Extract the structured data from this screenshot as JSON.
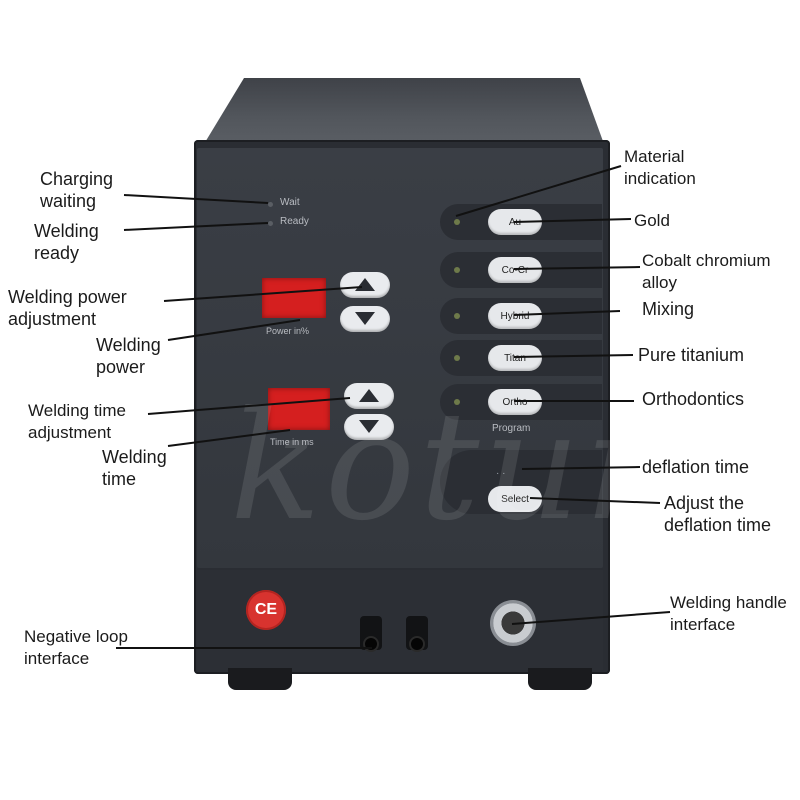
{
  "device": {
    "status_wait": "Wait",
    "status_ready": "Ready",
    "power_label": "Power in%",
    "time_label": "Time in ms",
    "program_label": "Program",
    "materials": [
      {
        "label": "Au"
      },
      {
        "label": "Co-Cr"
      },
      {
        "label": "Hybrid"
      },
      {
        "label": "Titan"
      },
      {
        "label": "Ortho"
      }
    ],
    "select_label": "Select",
    "ce_mark": "CE",
    "watermark": "kotumy"
  },
  "callouts": {
    "charging_waiting": "Charging\nwaiting",
    "welding_ready": "Welding\nready",
    "welding_power_adjustment": "Welding power\nadjustment",
    "welding_power": "Welding\npower",
    "welding_time_adjustment": "Welding time\nadjustment",
    "welding_time": "Welding\ntime",
    "negative_loop_interface": "Negative loop\ninterface",
    "material_indication": "Material\nindication",
    "gold": "Gold",
    "cobalt_chromium_alloy": "Cobalt chromium\nalloy",
    "mixing": "Mixing",
    "pure_titanium": "Pure titanium",
    "orthodontics": "Orthodontics",
    "deflation_time": "deflation time",
    "adjust_deflation_time": "Adjust the\ndeflation time",
    "welding_handle_interface": "Welding handle\ninterface"
  },
  "colors": {
    "panel": "#33373d",
    "display_red": "#d51f1f",
    "ce_red": "#d8332f",
    "line": "#111111"
  }
}
